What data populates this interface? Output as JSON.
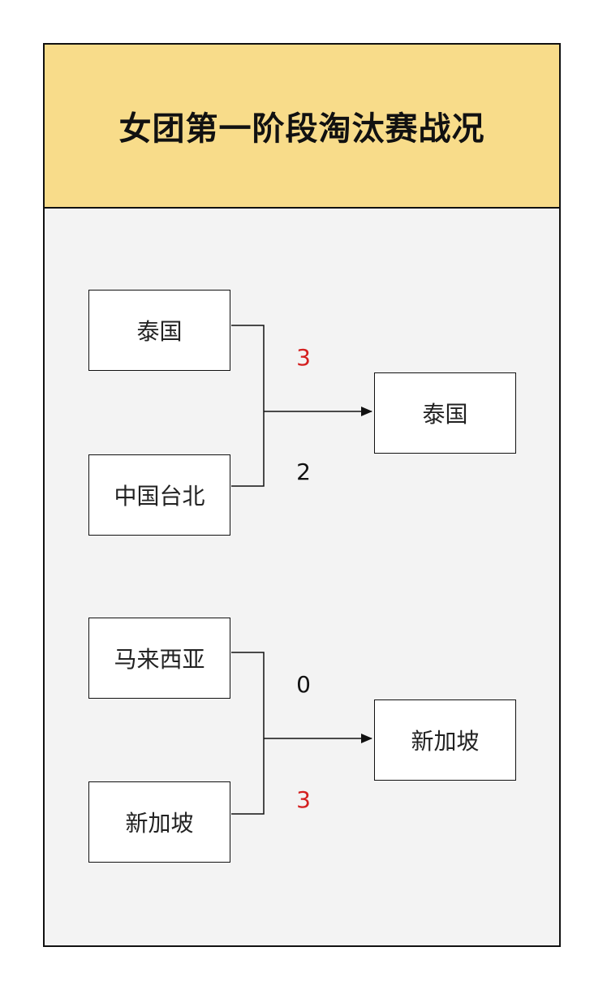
{
  "title": "女团第一阶段淘汰赛战况",
  "colors": {
    "header_bg": "#f8dc8a",
    "body_bg": "#f3f3f3",
    "winner_score": "#d42020",
    "loser_score": "#111111"
  },
  "matches": [
    {
      "team_a": "泰国",
      "team_b": "中国台北",
      "score_a": "3",
      "score_b": "2",
      "winner": "泰国"
    },
    {
      "team_a": "马来西亚",
      "team_b": "新加坡",
      "score_a": "0",
      "score_b": "3",
      "winner": "新加坡"
    }
  ]
}
